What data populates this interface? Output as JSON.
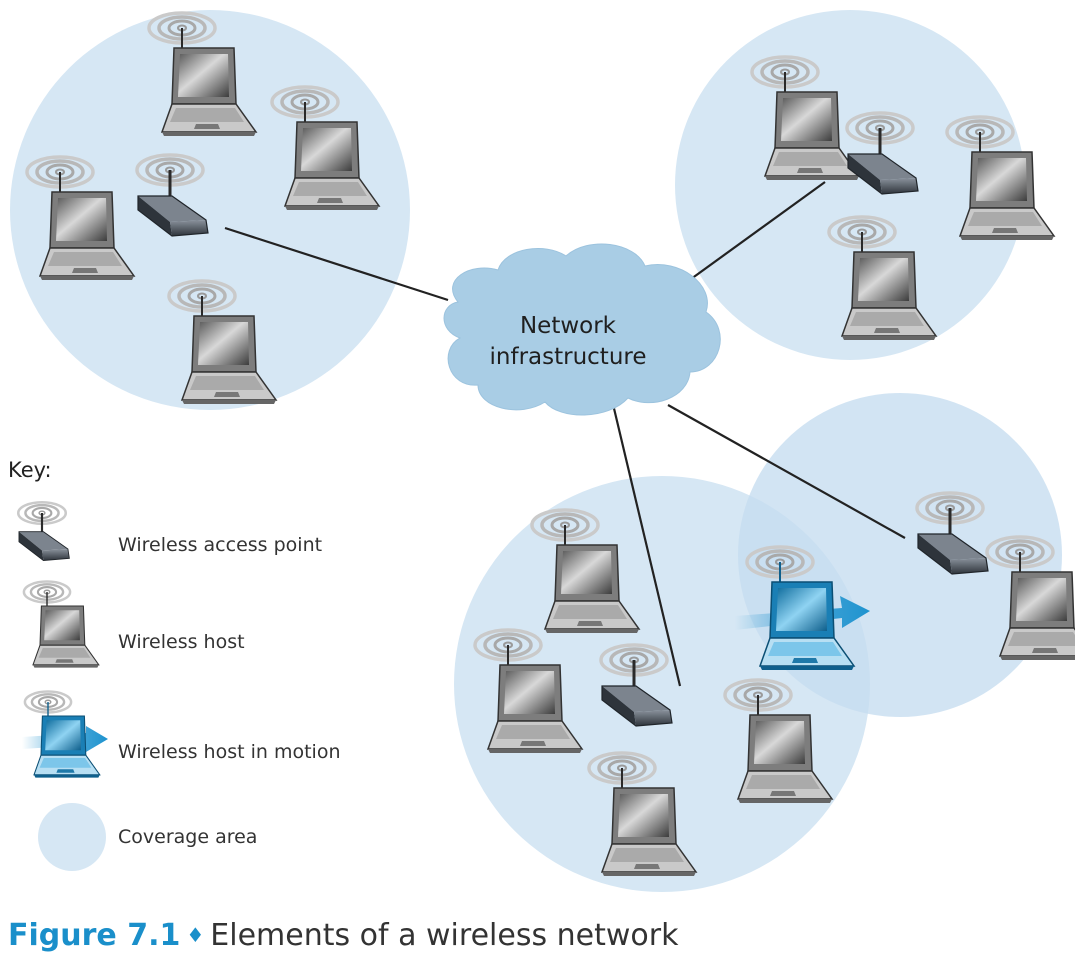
{
  "cloud": {
    "line1": "Network",
    "line2": "infrastructure"
  },
  "key": {
    "title": "Key:",
    "items": [
      {
        "icon": "wireless-access-point-icon",
        "label": "Wireless access point"
      },
      {
        "icon": "wireless-host-icon",
        "label": "Wireless host"
      },
      {
        "icon": "wireless-host-in-motion-icon",
        "label": "Wireless host in motion"
      },
      {
        "icon": "coverage-area-icon",
        "label": "Coverage area"
      }
    ]
  },
  "caption": {
    "figure_number": "Figure 7.1",
    "separator": "♦",
    "title": "Elements of a wireless network"
  },
  "colors": {
    "coverage": "#d6e7f4",
    "cloud": "#a9cde5",
    "access_point": "#3e4650",
    "motion_host": "#1e93cf",
    "caption_accent": "#1a8fca"
  }
}
